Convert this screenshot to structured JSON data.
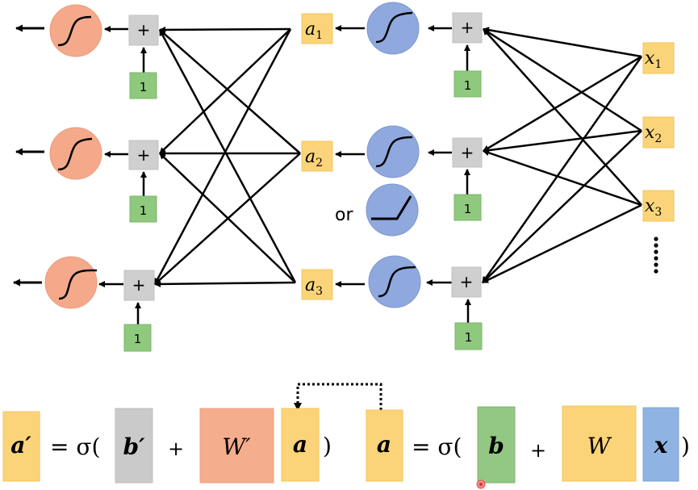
{
  "colors": {
    "orange_neuron": "#f4a98a",
    "orange_neuron_stroke": "#e89a7c",
    "blue_neuron": "#8fa8de",
    "blue_neuron_stroke": "#7d97cf",
    "plus_box": "#cfcfcf",
    "bias_box": "#8fc97e",
    "bias_box_stroke": "#7ab66a",
    "var_box": "#fbd47a",
    "var_box_stroke": "#f4c35a",
    "b_prime_box": "#cacaca",
    "w_prime_box": "#f4ad8d",
    "w_box": "#fbd47a",
    "x_box": "#8fb4e3",
    "b_box": "#93c784",
    "line": "#000000"
  },
  "network": {
    "output_layer": {
      "neurons": [
        {
          "activation": "sigmoid"
        },
        {
          "activation": "sigmoid"
        },
        {
          "activation": "sigmoid"
        }
      ],
      "sum_label": "+",
      "bias_label": "1"
    },
    "hidden_values": [
      {
        "base": "a",
        "sub": "1"
      },
      {
        "base": "a",
        "sub": "2"
      },
      {
        "base": "a",
        "sub": "3"
      }
    ],
    "hidden_layer": {
      "neurons": [
        {
          "activation": "sigmoid"
        },
        {
          "activation": "sigmoid"
        },
        {
          "activation": "sigmoid"
        }
      ],
      "alternative_label": "or",
      "alternative_activation": "relu",
      "sum_label": "+",
      "bias_label": "1"
    },
    "inputs": [
      {
        "base": "x",
        "sub": "1"
      },
      {
        "base": "x",
        "sub": "2"
      },
      {
        "base": "x",
        "sub": "3"
      }
    ],
    "inputs_continuation": "⋮"
  },
  "equations": {
    "left": {
      "output": "a′",
      "equals_sigma": "= σ(",
      "bias": "b′",
      "plus": "+",
      "weight": "W′",
      "input": "a",
      "close": ")"
    },
    "right": {
      "output": "a",
      "equals_sigma": "= σ(",
      "bias": "b",
      "plus": "+",
      "weight": "W",
      "input": "x",
      "close": ")"
    }
  }
}
